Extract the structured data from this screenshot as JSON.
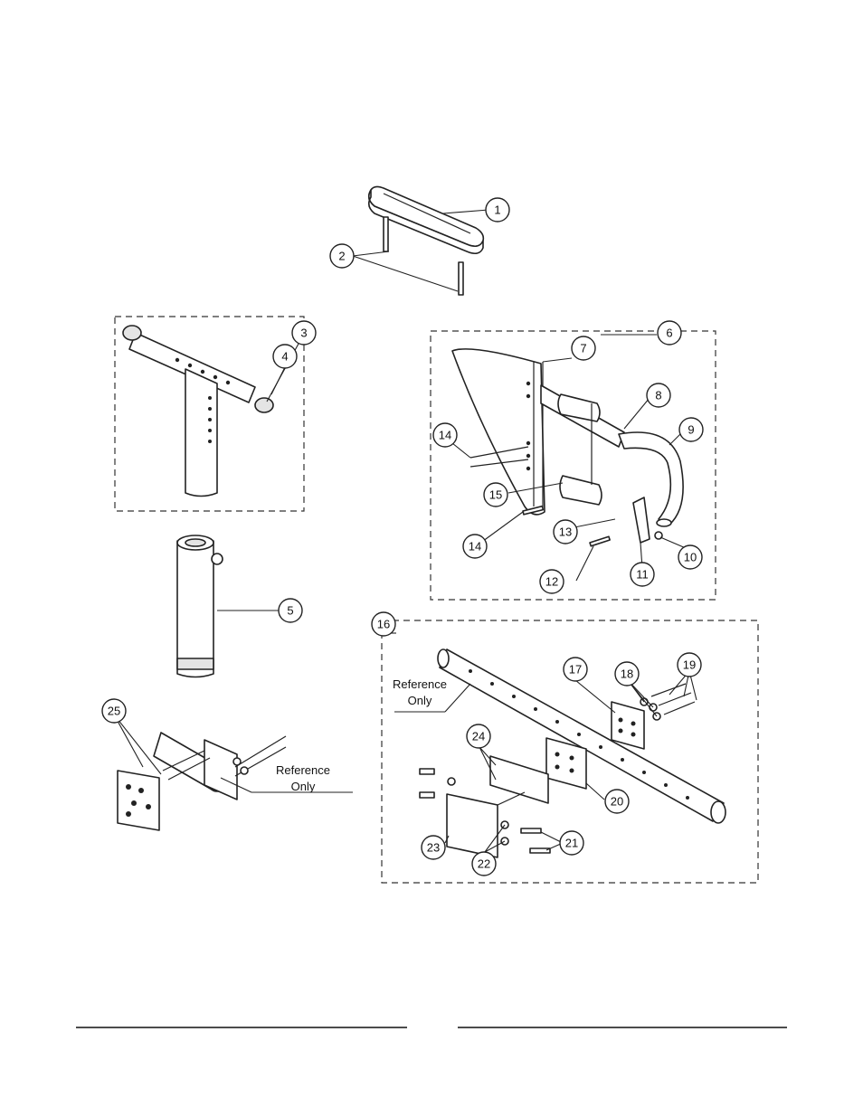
{
  "diagram": {
    "part_numbers": [
      "1",
      "2",
      "3",
      "4",
      "5",
      "6",
      "7",
      "8",
      "9",
      "10",
      "11",
      "12",
      "13",
      "14",
      "14",
      "15",
      "16",
      "17",
      "18",
      "19",
      "20",
      "21",
      "22",
      "23",
      "24",
      "25"
    ],
    "reference_notes": [
      {
        "line1": "Reference",
        "line2": "Only"
      },
      {
        "line1": "Reference",
        "line2": "Only"
      }
    ]
  }
}
